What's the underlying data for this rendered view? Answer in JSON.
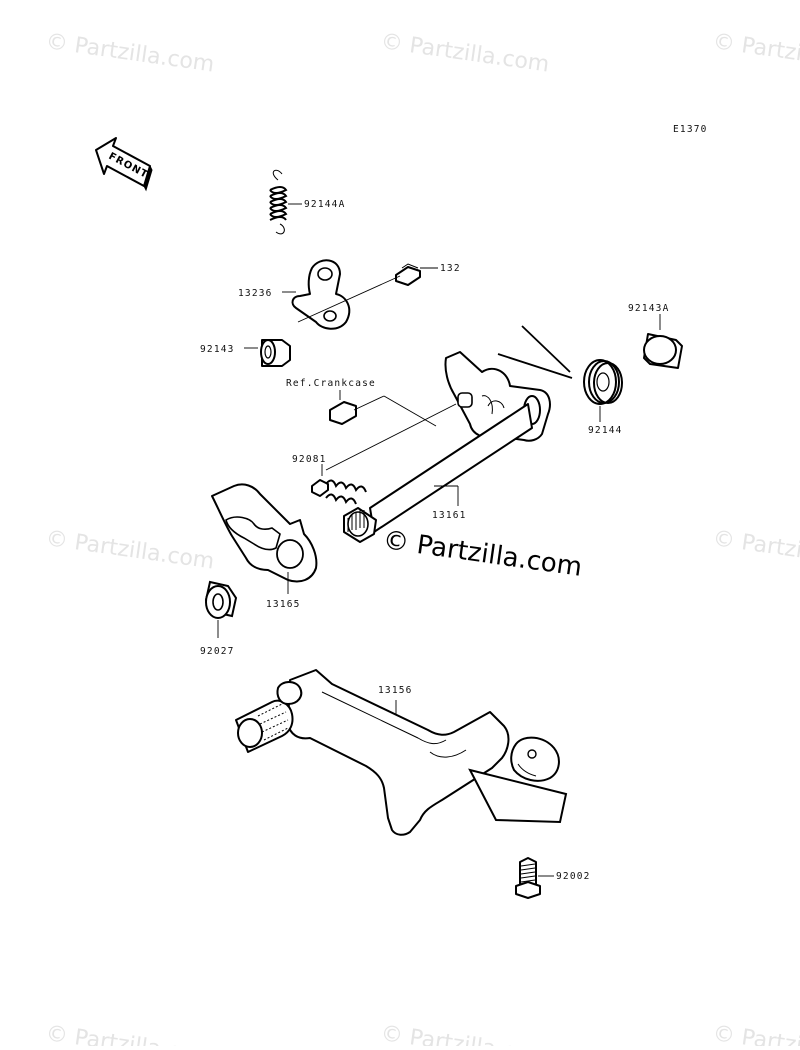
{
  "watermark": {
    "text": "© Partzilla.com",
    "main_text": "© Partzilla.com",
    "color": "#e4e4e4"
  },
  "diagram": {
    "code": "E1370",
    "front_label": "FRONT",
    "ref_label": "Ref.Crankcase"
  },
  "parts": [
    {
      "number": "92144A",
      "name": "spring-92144A"
    },
    {
      "number": "132",
      "name": "bolt-132"
    },
    {
      "number": "13236",
      "name": "lever-13236"
    },
    {
      "number": "92143",
      "name": "collar-92143"
    },
    {
      "number": "92143A",
      "name": "collar-92143A"
    },
    {
      "number": "92144",
      "name": "spring-92144"
    },
    {
      "number": "92081",
      "name": "spring-92081"
    },
    {
      "number": "13161",
      "name": "shift-shaft-13161"
    },
    {
      "number": "13165",
      "name": "plate-13165"
    },
    {
      "number": "92027",
      "name": "washer-92027"
    },
    {
      "number": "13156",
      "name": "shift-pedal-13156"
    },
    {
      "number": "92002",
      "name": "bolt-92002"
    }
  ]
}
